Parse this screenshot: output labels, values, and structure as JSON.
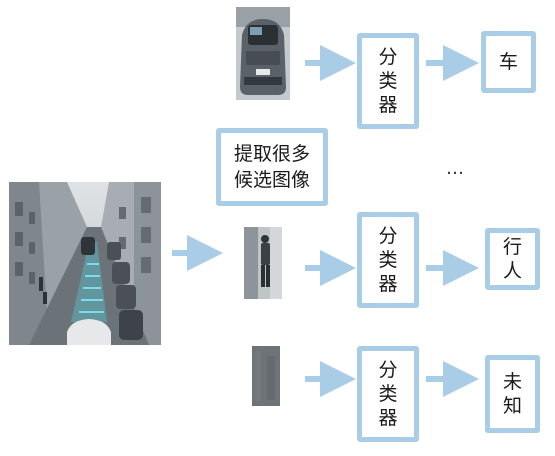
{
  "extract_label": "提取很多候选图像",
  "classifier_label": "分类器",
  "ellipsis": "…",
  "results": {
    "car": "车",
    "pedestrian": "行人",
    "unknown": "未知"
  },
  "colors": {
    "accent": "#a9cde6",
    "arrow": "#a9cde6"
  }
}
